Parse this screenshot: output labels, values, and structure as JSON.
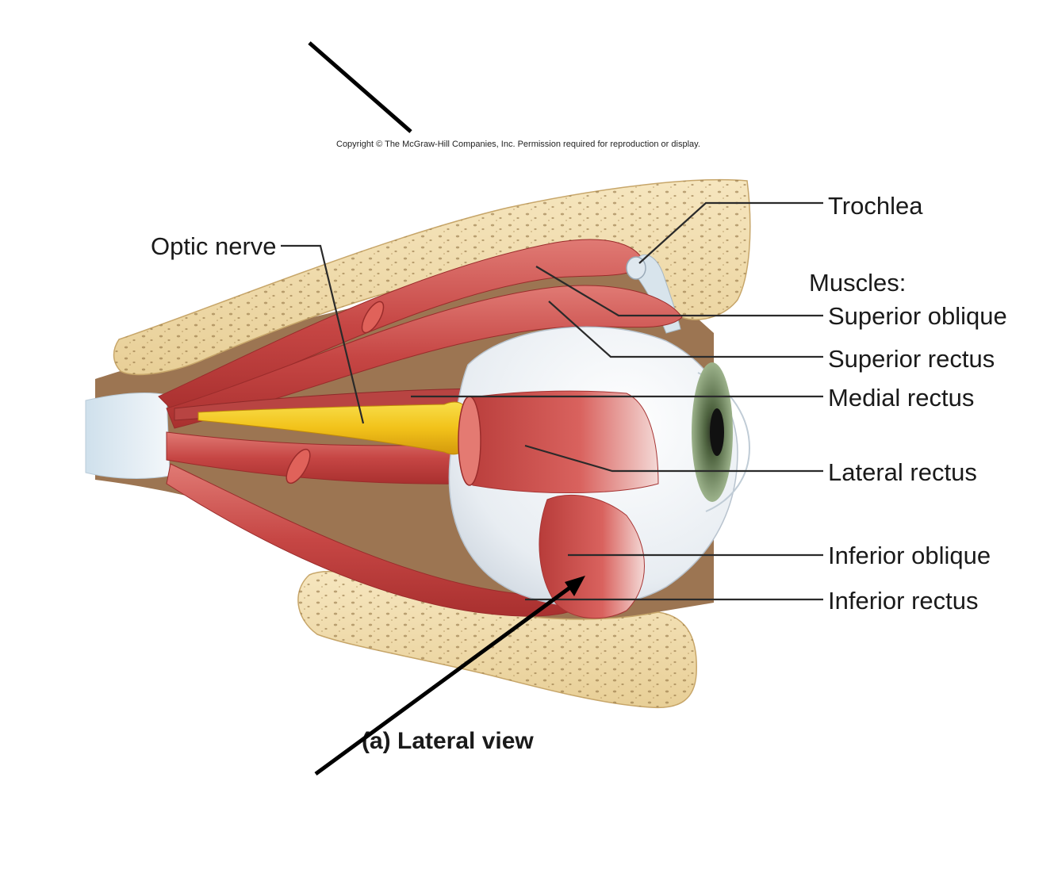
{
  "copyright": "Copyright © The McGraw-Hill Companies, Inc. Permission required for reproduction or display.",
  "labels": {
    "trochlea": "Trochlea",
    "optic_nerve": "Optic nerve",
    "muscles_heading": "Muscles:",
    "superior_oblique": "Superior oblique",
    "superior_rectus": "Superior rectus",
    "medial_rectus": "Medial rectus",
    "lateral_rectus": "Lateral rectus",
    "inferior_oblique": "Inferior oblique",
    "inferior_rectus": "Inferior rectus"
  },
  "caption": "(a) Lateral view",
  "colors": {
    "bone": "#f1ddb0",
    "bone_pores": "#8a6a3a",
    "muscle": "#c84a48",
    "muscle_light": "#e88a84",
    "optic_nerve": "#f2c21a",
    "sclera": "#f4f6f8",
    "iris": "#7f9a6a",
    "orbit_fat": "#a07a58",
    "annotation": "#000000"
  }
}
